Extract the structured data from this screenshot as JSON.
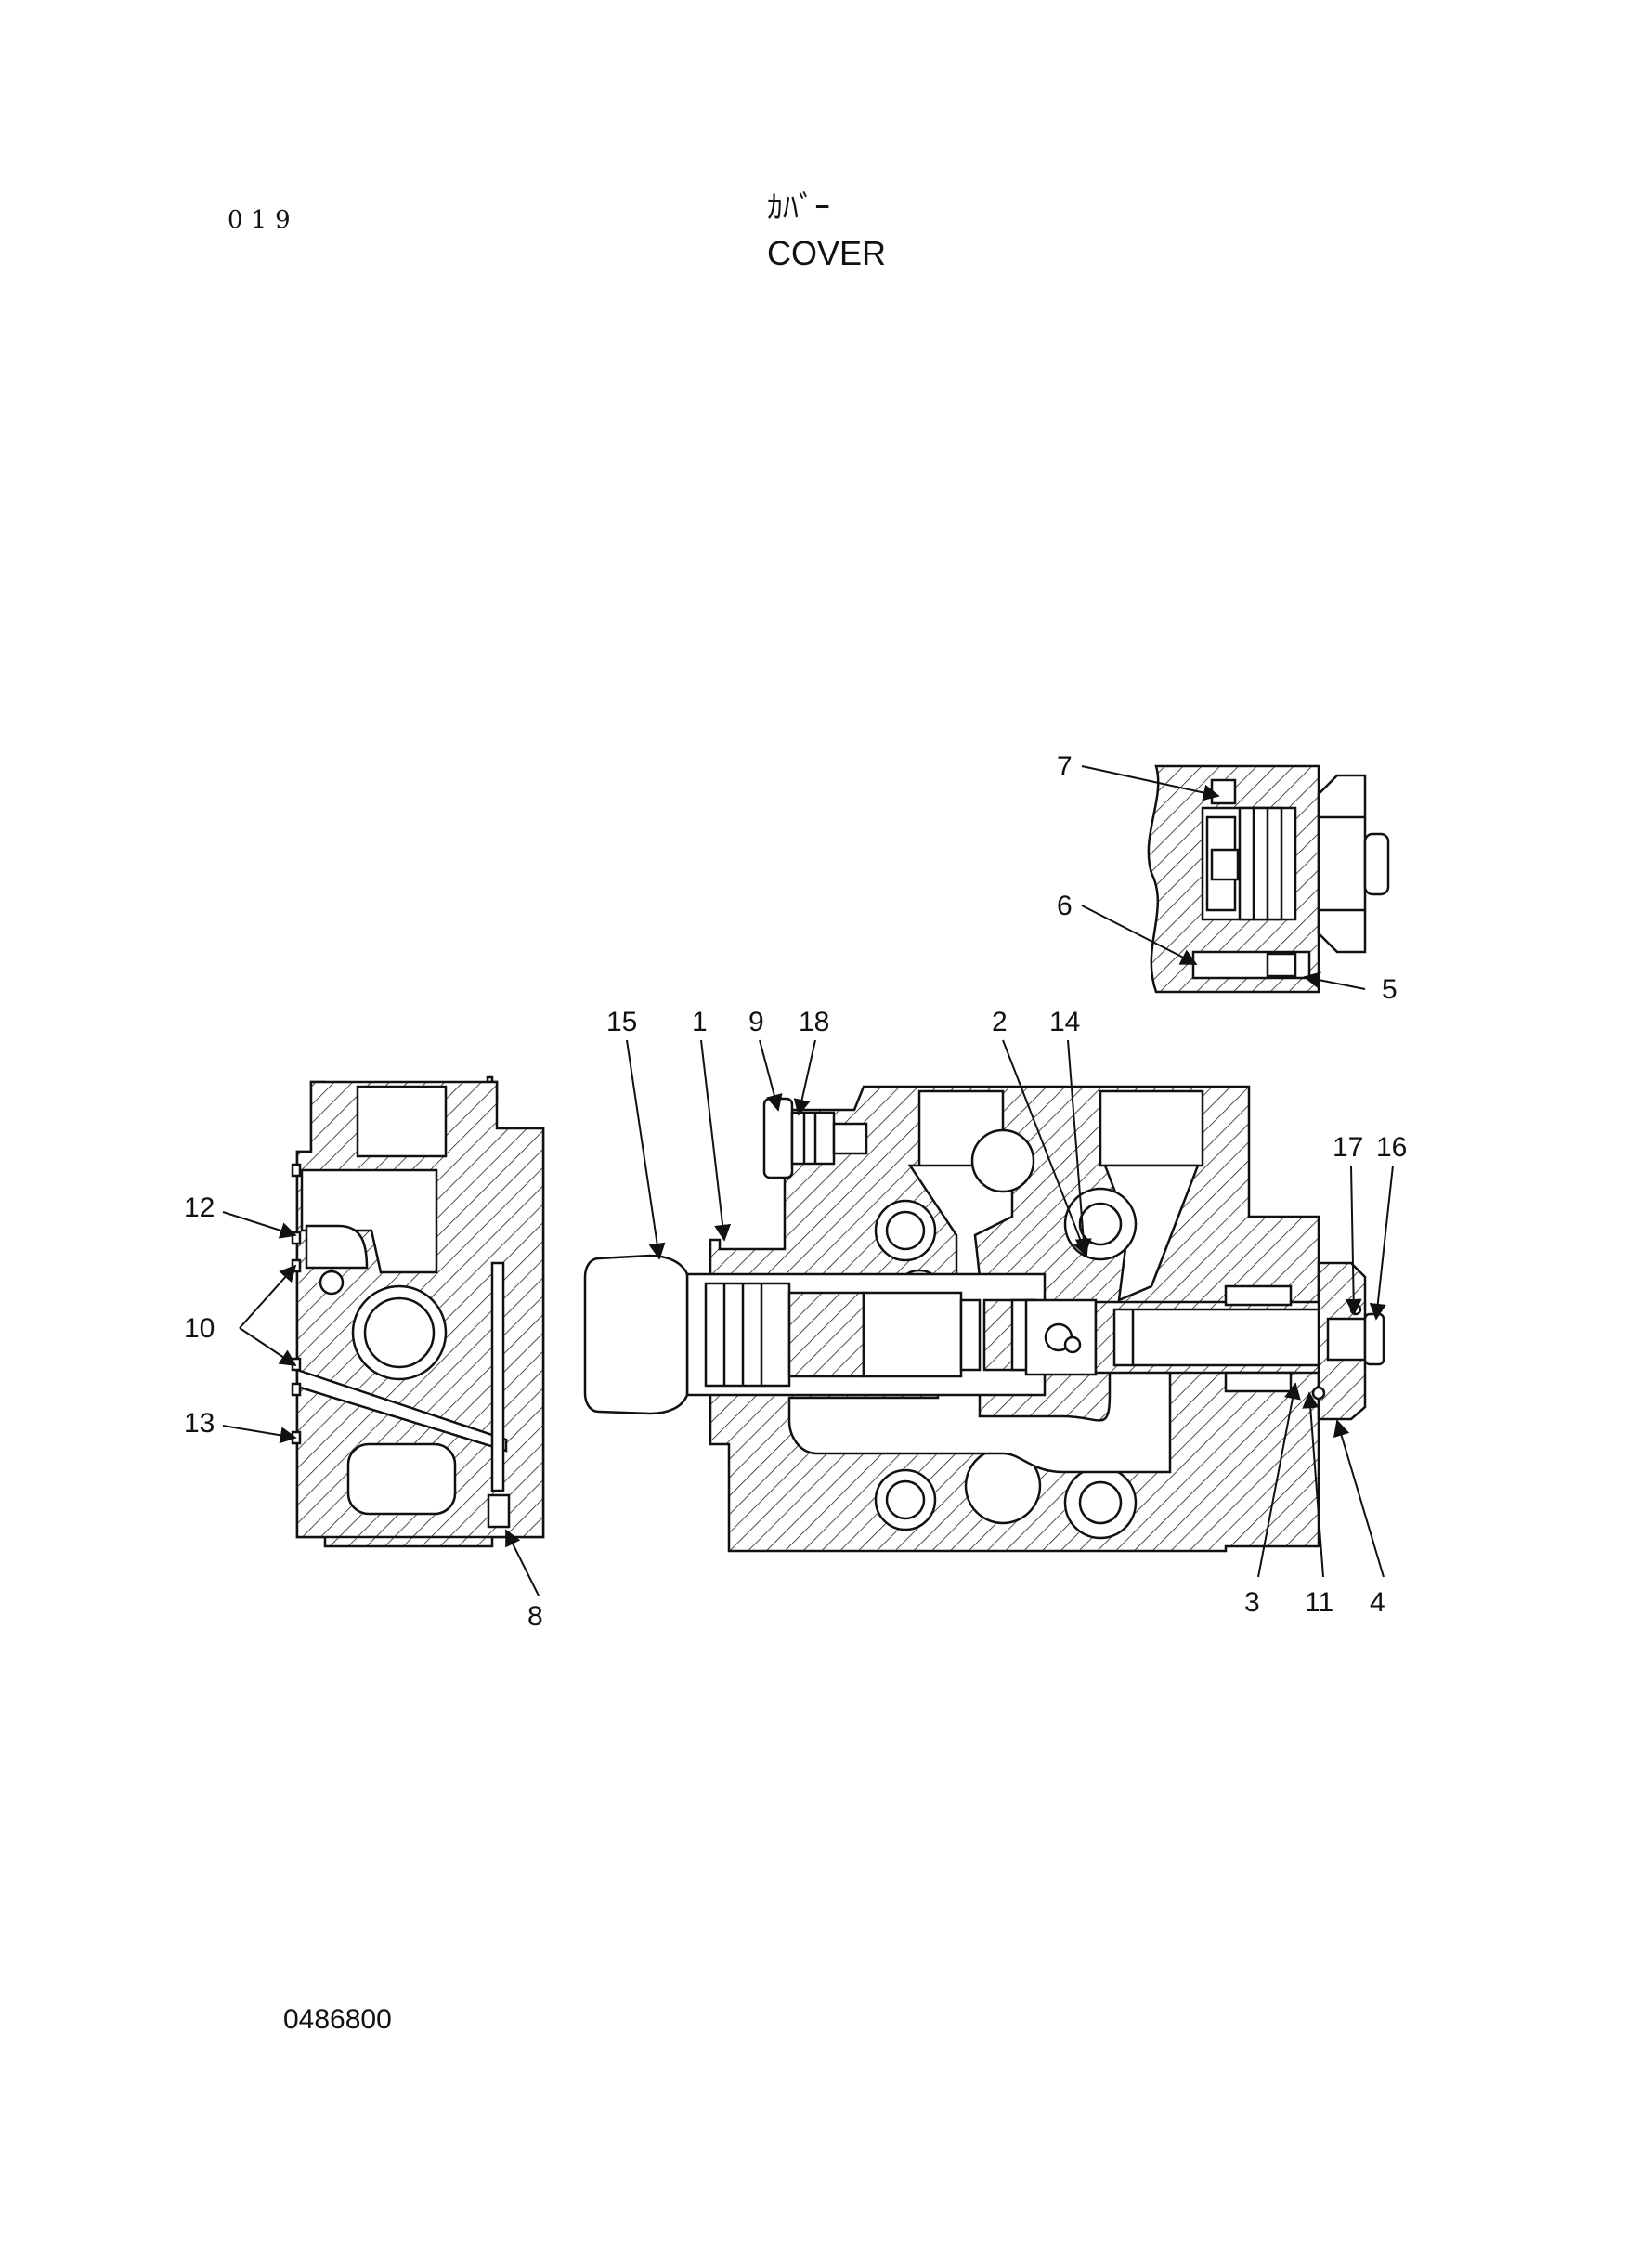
{
  "header": {
    "page_number": "019",
    "title_jp": "ｶﾊﾞｰ",
    "title_en": "COVER"
  },
  "footer": {
    "drawing_id": "0486800"
  },
  "callouts": {
    "c1": "1",
    "c2": "2",
    "c3": "3",
    "c4": "4",
    "c5": "5",
    "c6": "6",
    "c7": "7",
    "c8": "8",
    "c9": "9",
    "c10": "10",
    "c11": "11",
    "c12": "12",
    "c13": "13",
    "c14": "14",
    "c15": "15",
    "c16": "16",
    "c17": "17",
    "c18": "18"
  }
}
